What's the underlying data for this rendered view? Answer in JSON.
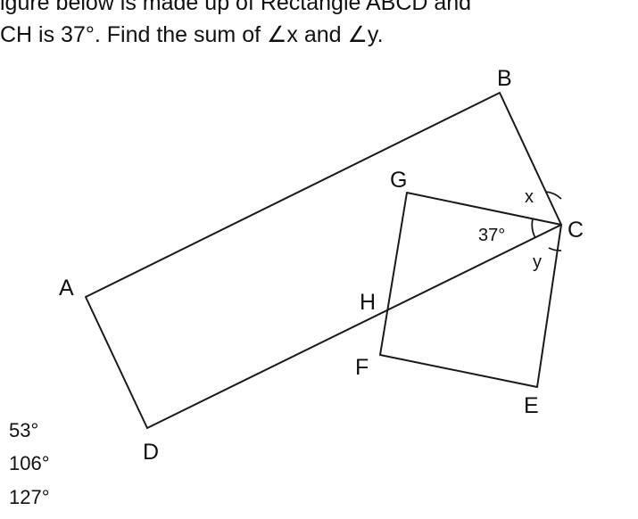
{
  "question": {
    "line1": "igure below is made up of Rectangle ABCD and",
    "line2": "CH is 37°. Find the sum of ∠x and ∠y."
  },
  "diagram": {
    "vertices": {
      "A": "A",
      "B": "B",
      "C": "C",
      "D": "D",
      "E": "E",
      "F": "F",
      "G": "G",
      "H": "H"
    },
    "angle_given": "37°",
    "angle_x": "x",
    "angle_y": "y"
  },
  "options": [
    "53°",
    "106°",
    "127°"
  ]
}
